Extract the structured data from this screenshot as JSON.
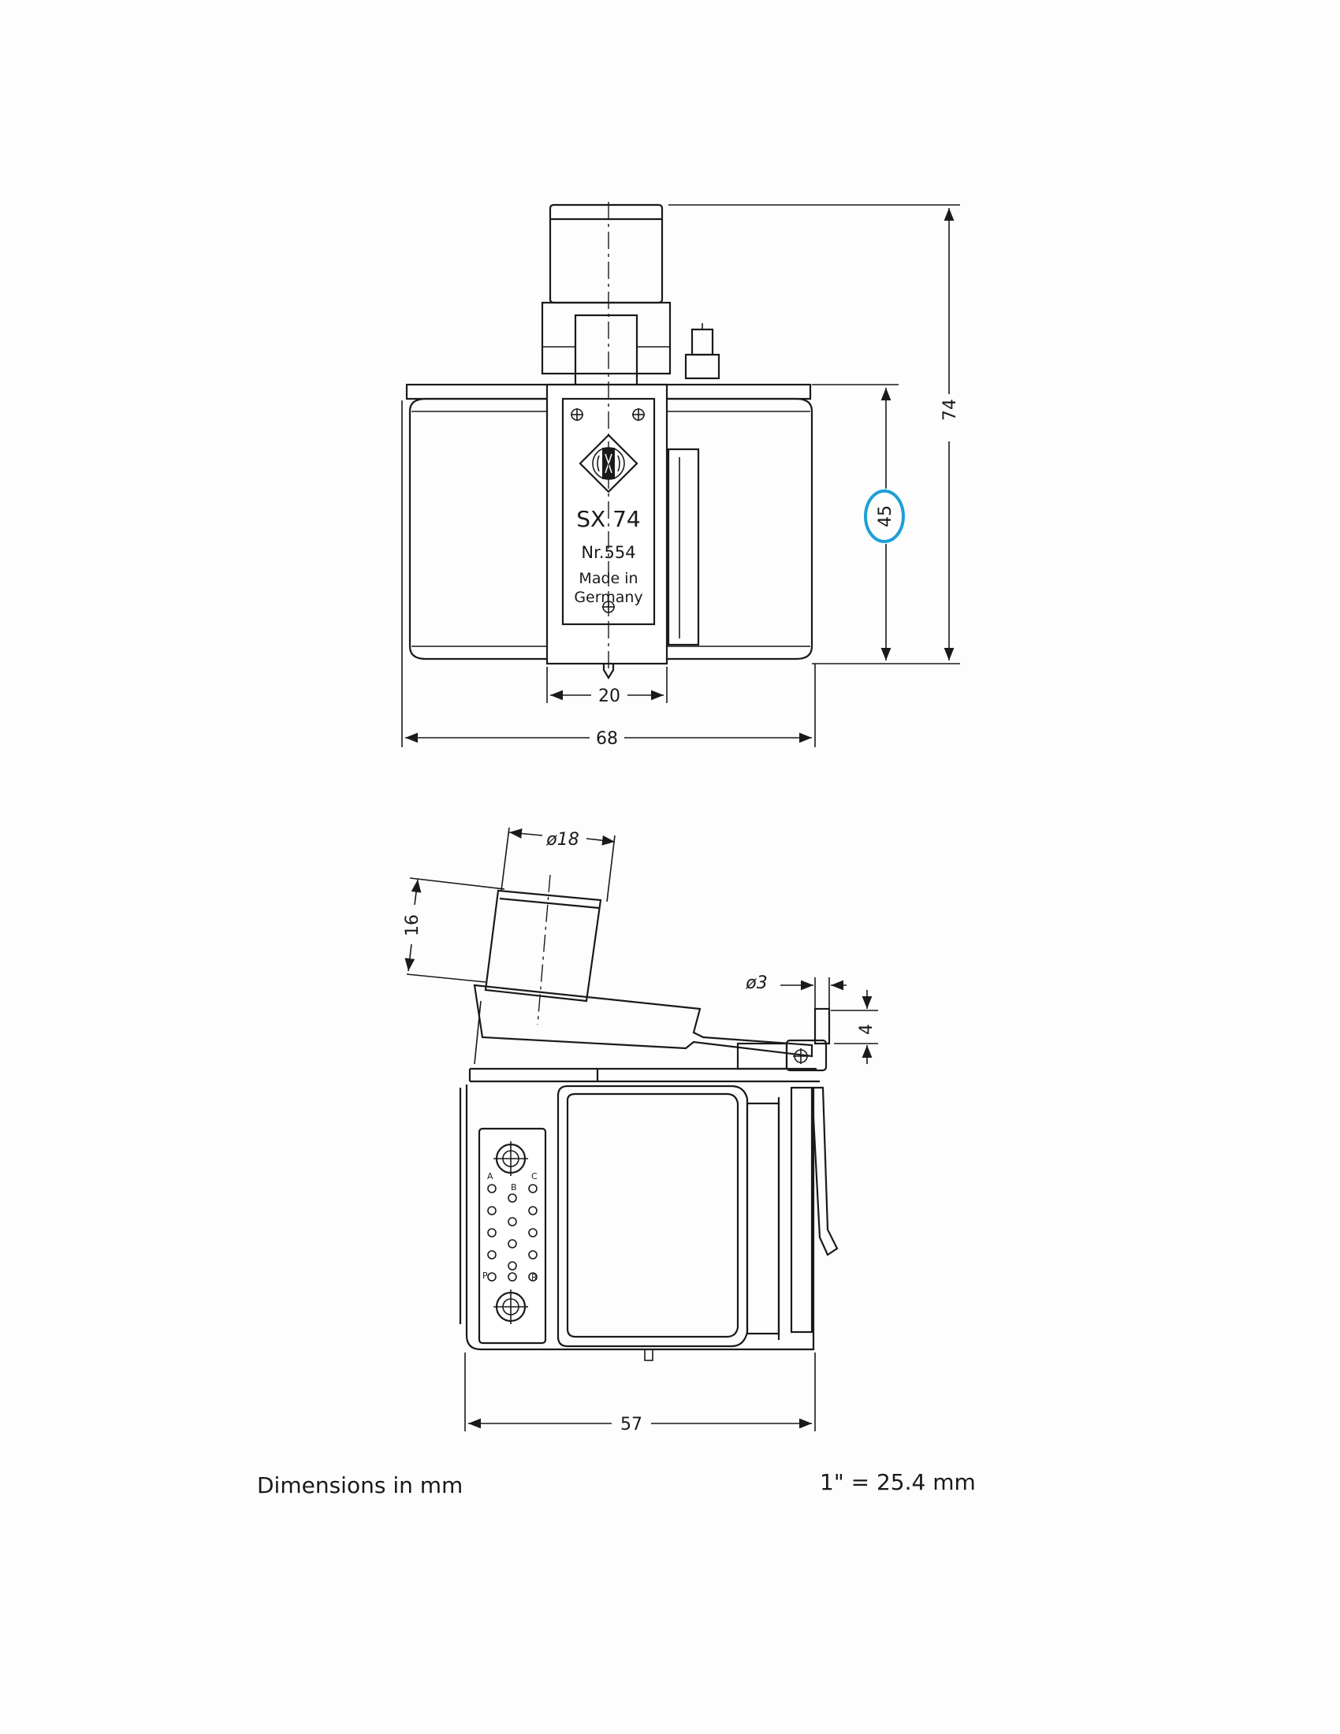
{
  "front_view": {
    "nameplate": {
      "model": "SX 74",
      "serial": "Nr.554",
      "origin_line1": "Made in",
      "origin_line2": "Germany"
    },
    "dimensions": {
      "total_height": "74",
      "body_height": "45",
      "center_width": "20",
      "total_width": "68"
    }
  },
  "side_view": {
    "dimensions": {
      "stylus_diameter": "ø18",
      "stylus_height": "16",
      "pin_diameter": "ø3",
      "pin_height": "4",
      "total_width": "57"
    },
    "connector_labels": [
      "A",
      "B",
      "C",
      "P",
      "R"
    ]
  },
  "footer": {
    "units_note": "Dimensions in mm",
    "conversion_note": "1\" = 25.4 mm"
  },
  "colors": {
    "ink": "#1a1a1a",
    "highlight_circle": "#1e9fd8",
    "paper": "#fdfdfd"
  }
}
